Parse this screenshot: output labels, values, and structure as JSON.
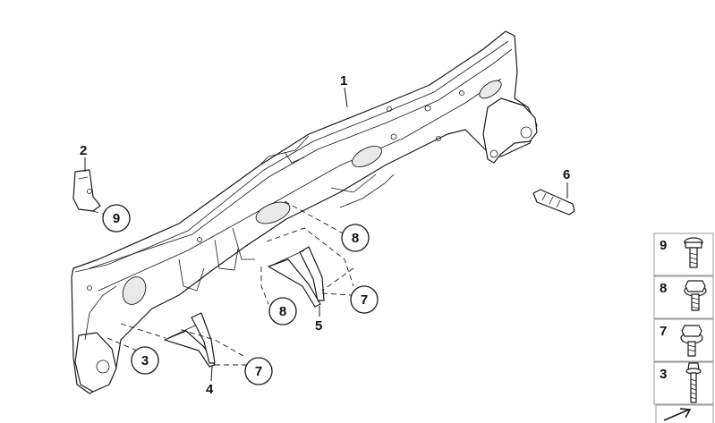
{
  "diagram": {
    "main_labels": [
      "1",
      "2",
      "4",
      "5",
      "6"
    ],
    "callouts": [
      "9",
      "8",
      "8",
      "7",
      "3",
      "7"
    ],
    "legend": {
      "items": [
        {
          "number": "9",
          "icon": "bolt-flange-icon"
        },
        {
          "number": "8",
          "icon": "hex-flange-screw-icon"
        },
        {
          "number": "7",
          "icon": "collar-screw-icon"
        },
        {
          "number": "3",
          "icon": "long-bolt-icon"
        }
      ]
    }
  }
}
